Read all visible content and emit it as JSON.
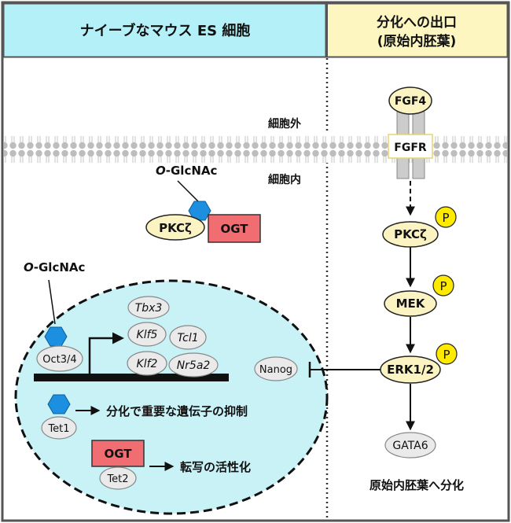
{
  "header": {
    "left_title": "ナイーブなマウス ES 細胞",
    "right_title_line1": "分化への出口",
    "right_title_line2": "(原始内胚葉)"
  },
  "membrane": {
    "outside_label": "細胞外",
    "inside_label": "細胞内",
    "ligand": "FGF4",
    "receptor": "FGFR"
  },
  "cytoplasm": {
    "glcnac_label_prefix": "O",
    "glcnac_label_rest": "-GlcNAc",
    "pkc_label": "PKCζ",
    "ogt_label": "OGT"
  },
  "nucleus": {
    "glcnac_label_prefix": "O",
    "glcnac_label_rest": "-GlcNAc",
    "oct_label": "Oct3/4",
    "genes": [
      "Tbx3",
      "Klf5",
      "Tcl1",
      "Klf2",
      "Nr5a2"
    ],
    "nanog_label": "Nanog",
    "tet1_label": "Tet1",
    "tet1_effect": "分化で重要な遺伝子の抑制",
    "ogt_label": "OGT",
    "tet2_label": "Tet2",
    "tet2_effect": "転写の活性化"
  },
  "pathway": {
    "pkc_label": "PKCζ",
    "mek_label": "MEK",
    "erk_label": "ERK1/2",
    "phospho_label": "P",
    "gata_label": "GATA6",
    "outcome_label": "原始内胚葉へ分化"
  },
  "colors": {
    "header_left_bg": "#b3f0f7",
    "header_right_bg": "#fdf6c0",
    "nucleus_fill": "#c9f2f7",
    "hexagon": "#1c8fe0",
    "ogt_fill": "#f06d72",
    "pathway_fill": "#fbf3c2",
    "phospho_fill": "#ffea00"
  }
}
